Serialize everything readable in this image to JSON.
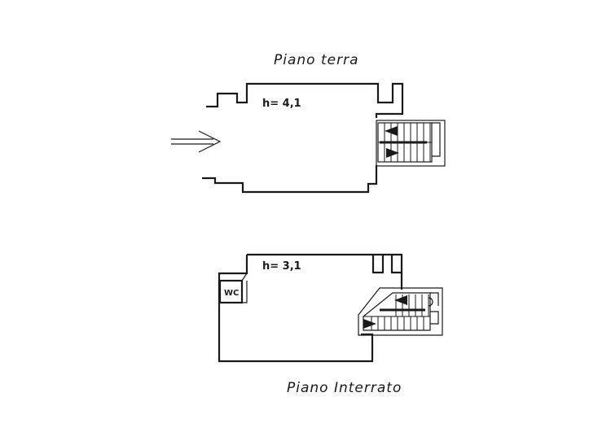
{
  "ground_floor": {
    "title": "Piano terra",
    "height_label": "h= 4,1"
  },
  "basement": {
    "title": "Piano Interrato",
    "height_label": "h= 3,1",
    "wc_label": "WC"
  }
}
